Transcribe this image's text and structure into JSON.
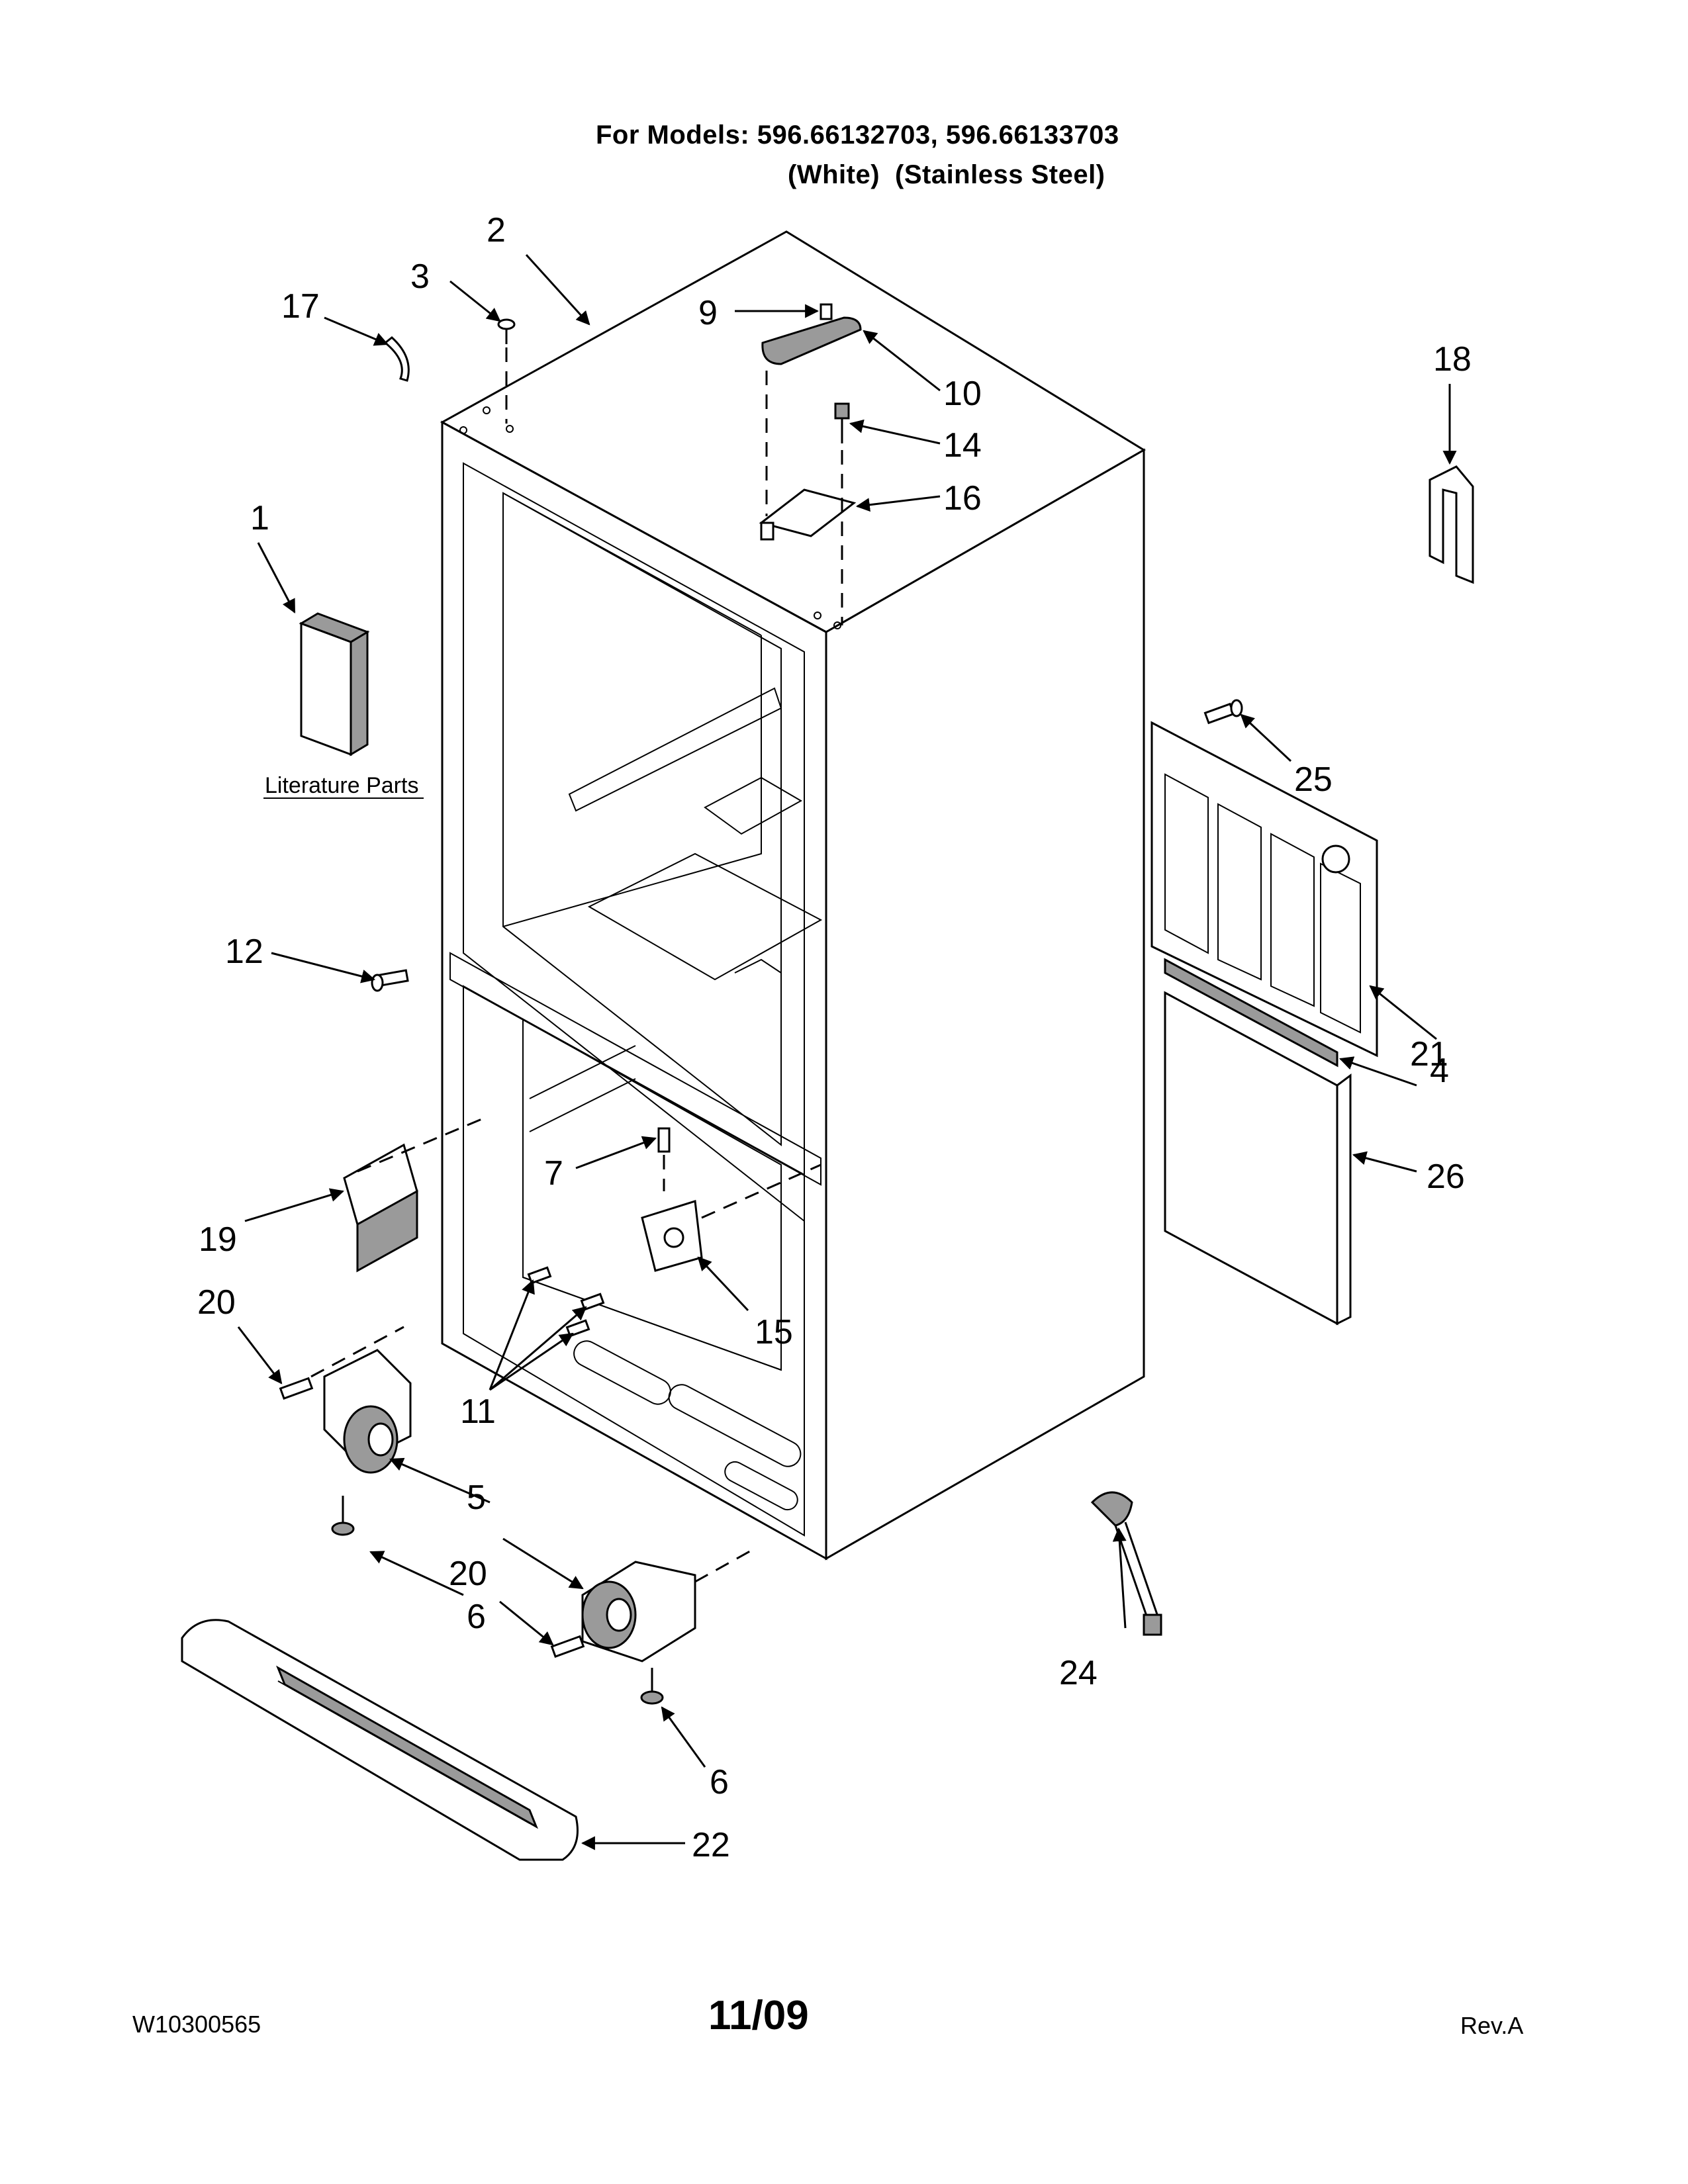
{
  "header": {
    "models_line": "For Models: 596.66132703, 596.66133703",
    "variant_white": "(White)",
    "variant_steel": "(Stainless Steel)"
  },
  "literature_label": "Literature Parts",
  "callouts": [
    "1",
    "2",
    "3",
    "4",
    "5",
    "6",
    "6",
    "7",
    "9",
    "10",
    "11",
    "12",
    "14",
    "15",
    "16",
    "17",
    "18",
    "19",
    "20",
    "20",
    "21",
    "22",
    "24",
    "25",
    "26"
  ],
  "footer": {
    "doc_number": "W10300565",
    "date": "11/09",
    "revision": "Rev.A"
  }
}
